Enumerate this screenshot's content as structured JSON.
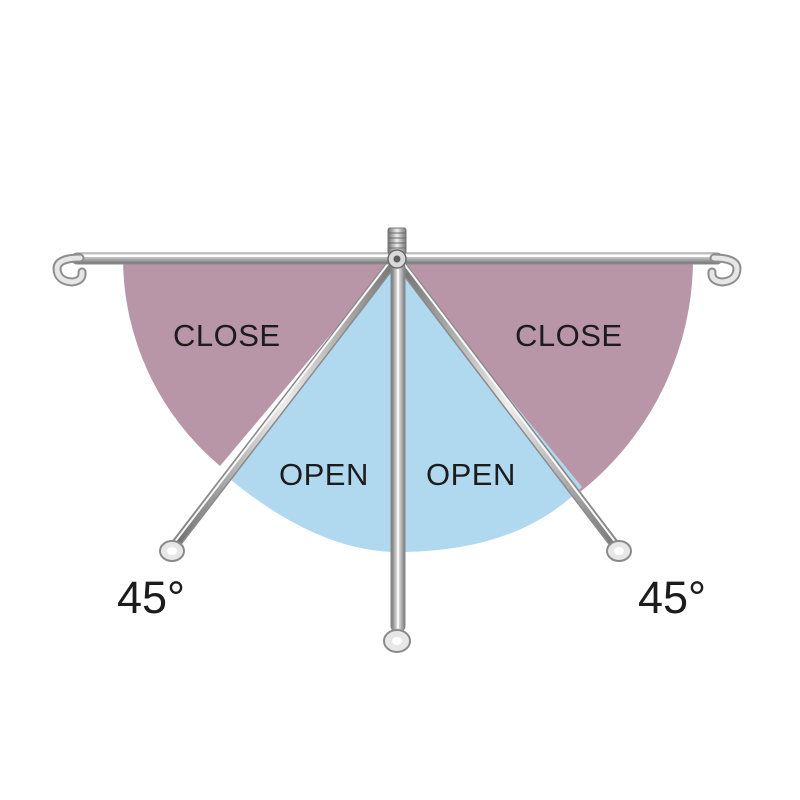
{
  "labels": {
    "close_left": "CLOSE",
    "close_right": "CLOSE",
    "open_left": "OPEN",
    "open_right": "OPEN",
    "angle_left": "45°",
    "angle_right": "45°"
  },
  "colors": {
    "close_zone": "#b895a7",
    "open_zone": "#b0d8ef",
    "metal_light": "#e4e4e4",
    "metal_dark": "#7a7a7a",
    "background": "#ffffff"
  }
}
